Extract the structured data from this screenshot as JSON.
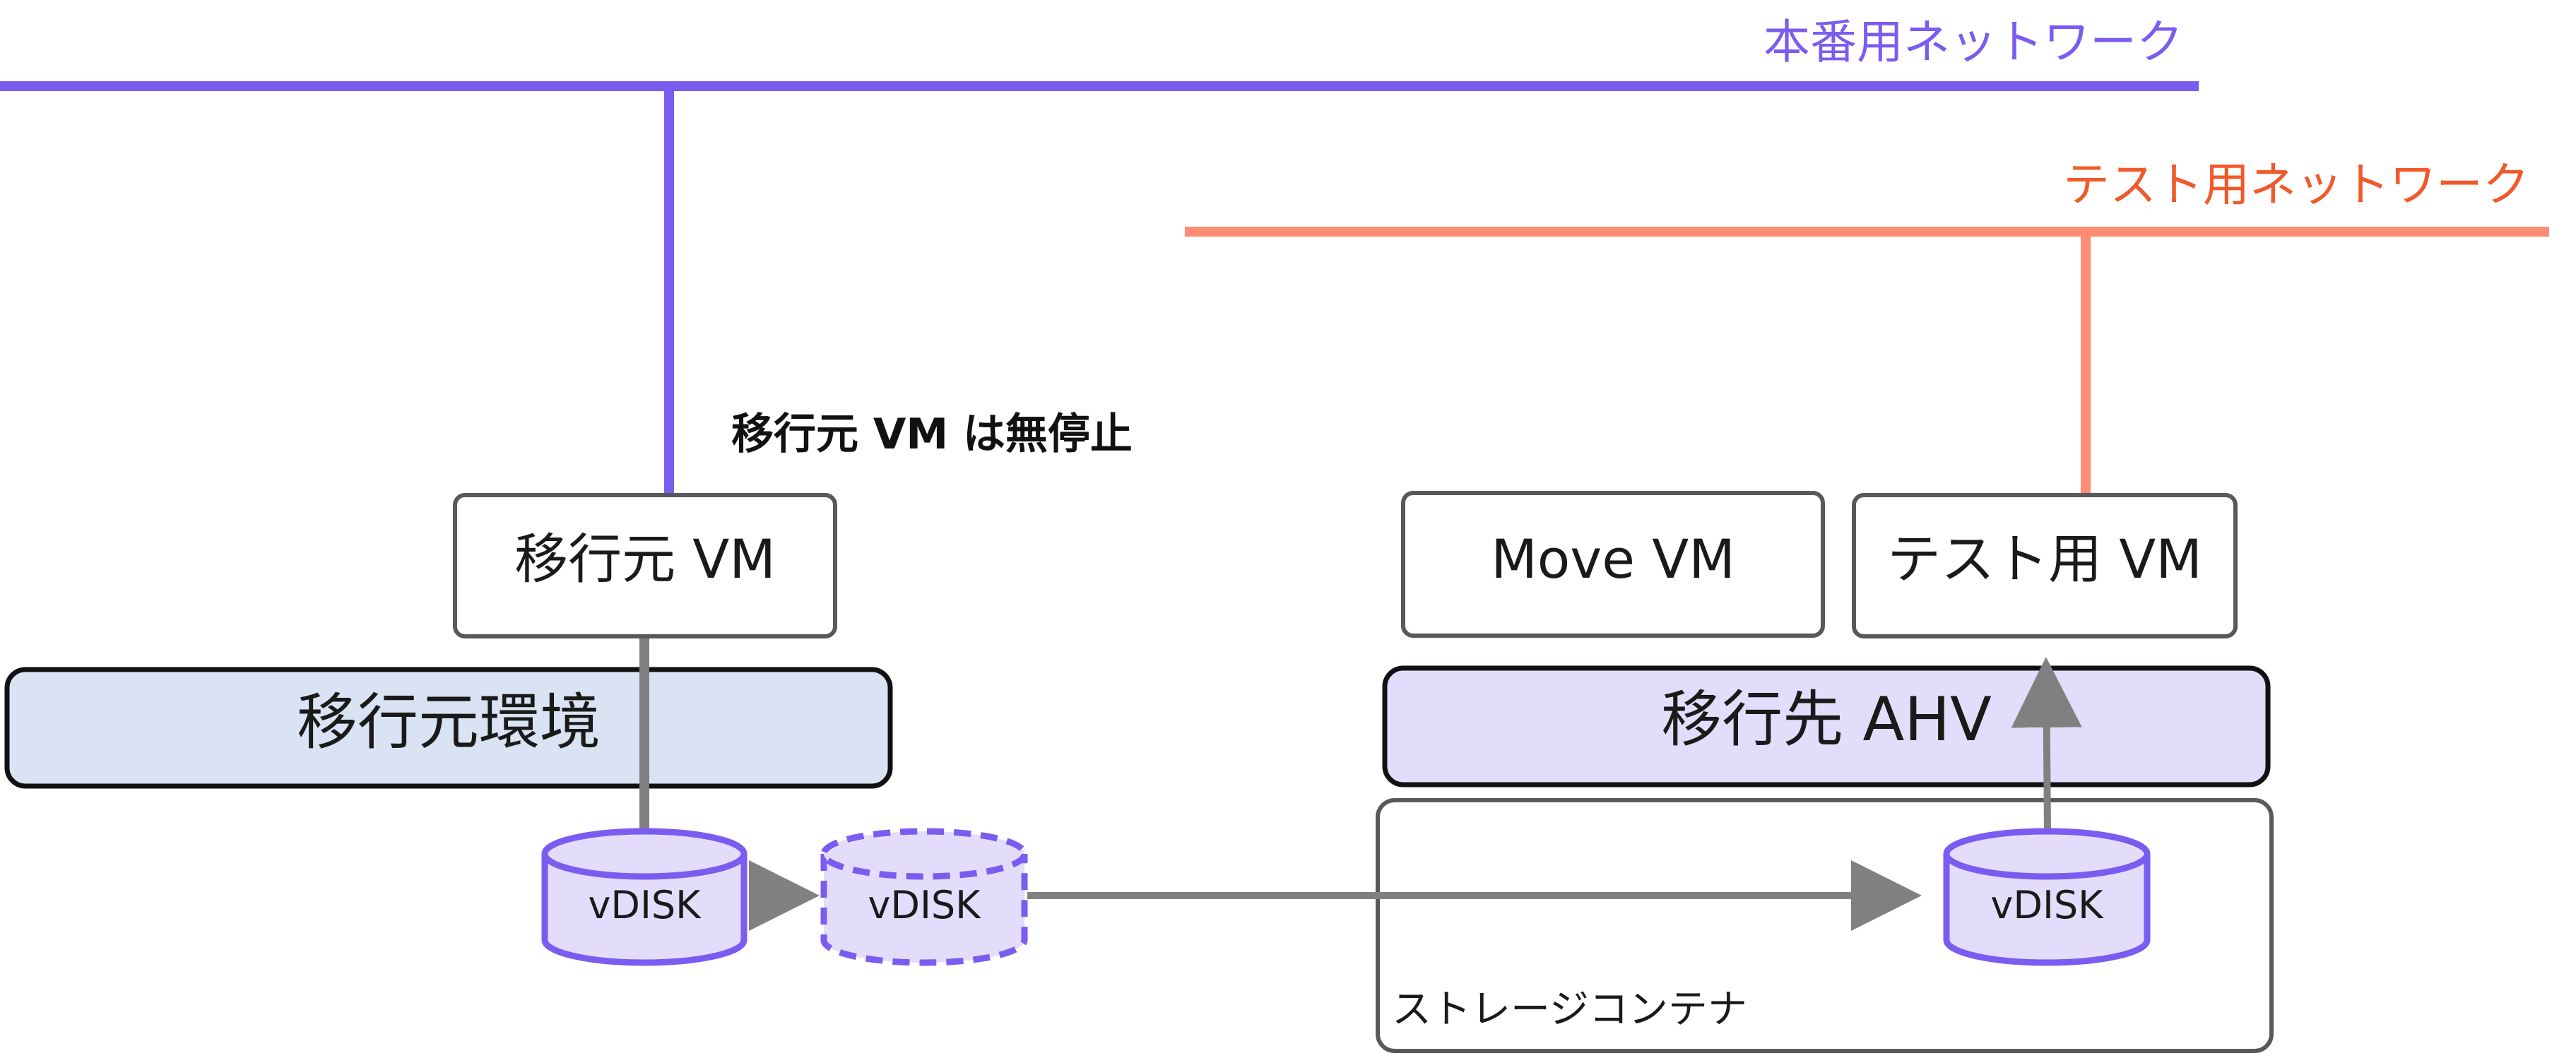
{
  "networks": {
    "production": {
      "label": "本番用ネットワーク",
      "color": "#7b5cf0"
    },
    "test": {
      "label": "テスト用ネットワーク",
      "color": "#ff8c73",
      "label_color": "#f05a2a"
    }
  },
  "note": "移行元 VM は無停止",
  "source": {
    "vm_label": "移行元 VM",
    "env_label": "移行元環境",
    "env_color": "#dae3f3"
  },
  "target": {
    "move_vm_label": "Move VM",
    "test_vm_label": "テスト用 VM",
    "ahv_label": "移行先 AHV",
    "ahv_color": "#e3ddfb"
  },
  "disks": {
    "source": "vDISK",
    "snapshot": "vDISK",
    "target": "vDISK",
    "fill": "#e3ddfb",
    "stroke": "#7b5cf0"
  },
  "storage": {
    "label": "ストレージコンテナ"
  },
  "colors": {
    "connector": "#808080",
    "box_border": "#595959",
    "env_border": "#111111"
  }
}
